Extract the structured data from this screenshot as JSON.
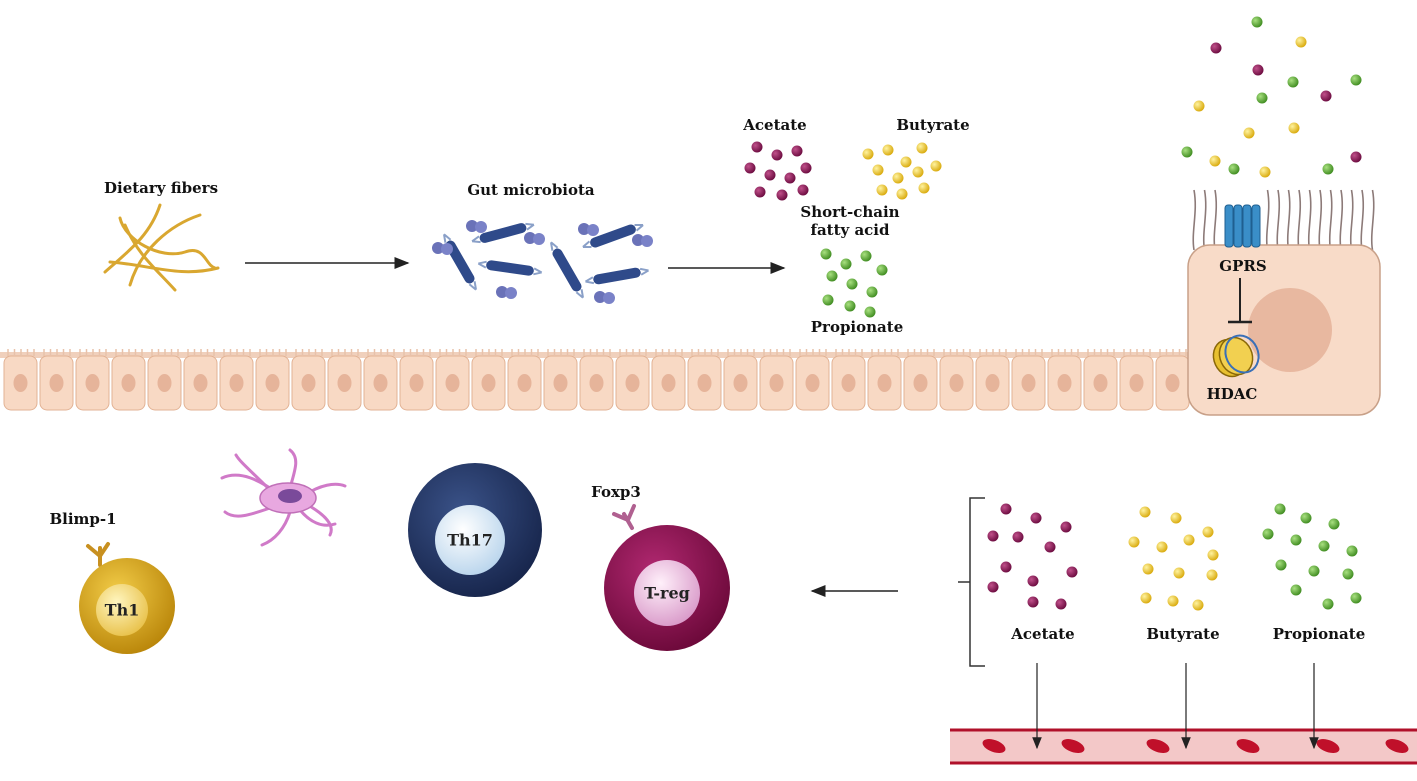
{
  "labels": {
    "dietary_fibers": "Dietary fibers",
    "gut_microbiota": "Gut microbiota",
    "acetate_top": "Acetate",
    "butyrate_top": "Butyrate",
    "scfa_line1": "Short-chain",
    "scfa_line2": "fatty acid",
    "propionate_top": "Propionate",
    "gprs": "GPRS",
    "hdac": "HDAC",
    "blimp1": "Blimp-1",
    "foxp3": "Foxp3",
    "acetate_bottom": "Acetate",
    "butyrate_bottom": "Butyrate",
    "propionate_bottom": "Propionate"
  },
  "cells": {
    "th1": "Th1",
    "th17": "Th17",
    "treg": "T-reg"
  },
  "colors": {
    "acetate": "#7a0e4a",
    "butyrate": "#e8c21a",
    "propionate": "#4f9a2a",
    "fiber": "#d9a730",
    "bacteria": "#2f4a8a",
    "epithelium": "#f8d9c4",
    "epithelium_edge": "#e9b99c",
    "nucleus": "#e8b49c",
    "th1": "#d8a418",
    "th17": "#22345e",
    "treg": "#8a1050",
    "dendritic": "#d48ad0",
    "vessel": "#c8102e",
    "rbc": "#c0102a"
  },
  "icons": [
    "fiber-strands",
    "bacteria",
    "receptor-icon",
    "hdac-icon",
    "dendritic-cell",
    "blood-vessel",
    "red-blood-cell"
  ]
}
